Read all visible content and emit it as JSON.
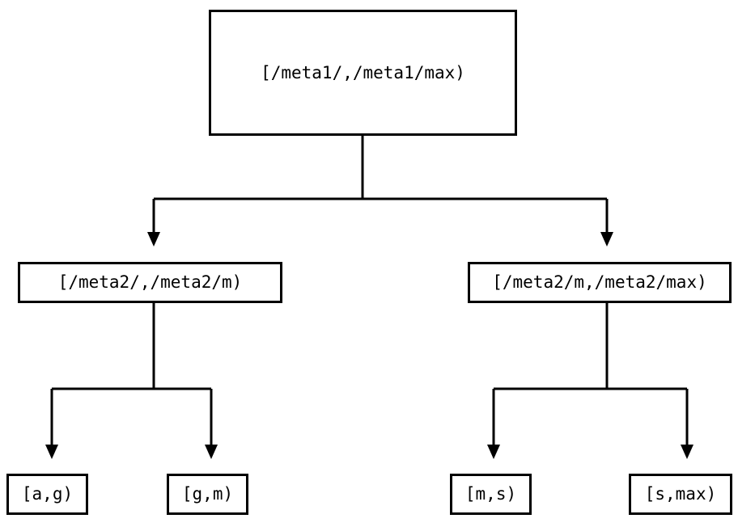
{
  "diagram": {
    "title": "range-partition-tree",
    "colors": {
      "background": "#ffffff",
      "stroke": "#000000",
      "text": "#000000",
      "node_fill": "#ffffff"
    },
    "root": {
      "id": "root",
      "label": "[/meta1/,/meta1/max)"
    },
    "level2": [
      {
        "id": "mid-left",
        "label": "[/meta2/,/meta2/m)"
      },
      {
        "id": "mid-right",
        "label": "[/meta2/m,/meta2/max)"
      }
    ],
    "leaves": [
      {
        "id": "leaf-0",
        "label": "[a,g)"
      },
      {
        "id": "leaf-1",
        "label": "[g,m)"
      },
      {
        "id": "leaf-2",
        "label": "[m,s)"
      },
      {
        "id": "leaf-3",
        "label": "[s,max)"
      }
    ],
    "edges": [
      {
        "from": "root",
        "to": "mid-left",
        "arrow": "down"
      },
      {
        "from": "root",
        "to": "mid-right",
        "arrow": "down"
      },
      {
        "from": "mid-left",
        "to": "leaf-0",
        "arrow": "down"
      },
      {
        "from": "mid-left",
        "to": "leaf-1",
        "arrow": "down"
      },
      {
        "from": "mid-right",
        "to": "leaf-2",
        "arrow": "down"
      },
      {
        "from": "mid-right",
        "to": "leaf-3",
        "arrow": "down"
      }
    ]
  }
}
